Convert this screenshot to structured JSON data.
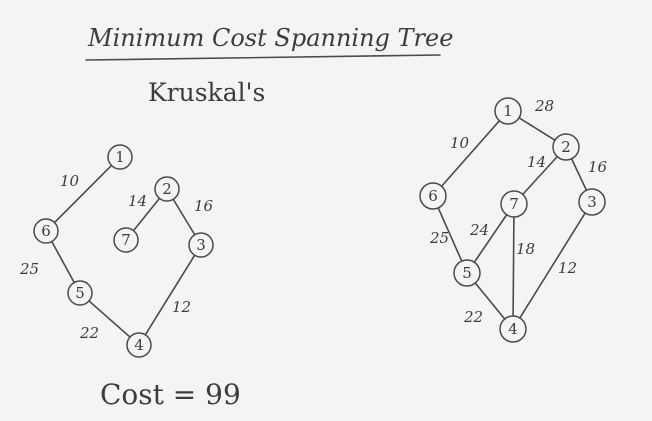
{
  "title": "Minimum Cost Spanning Tree",
  "subtitle": "Kruskal's",
  "cost_text": "Cost = 99",
  "left_tree": {
    "nodes": [
      {
        "id": "1",
        "label": "1"
      },
      {
        "id": "2",
        "label": "2"
      },
      {
        "id": "3",
        "label": "3"
      },
      {
        "id": "4",
        "label": "4"
      },
      {
        "id": "5",
        "label": "5"
      },
      {
        "id": "6",
        "label": "6"
      },
      {
        "id": "7",
        "label": "7"
      }
    ],
    "edges": [
      {
        "from": "1",
        "to": "6",
        "weight": "10"
      },
      {
        "from": "2",
        "to": "7",
        "weight": "14"
      },
      {
        "from": "2",
        "to": "3",
        "weight": "16"
      },
      {
        "from": "6",
        "to": "5",
        "weight": "25"
      },
      {
        "from": "5",
        "to": "4",
        "weight": "22"
      },
      {
        "from": "3",
        "to": "4",
        "weight": "12"
      }
    ]
  },
  "right_graph": {
    "nodes": [
      {
        "id": "1",
        "label": "1"
      },
      {
        "id": "2",
        "label": "2"
      },
      {
        "id": "3",
        "label": "3"
      },
      {
        "id": "4",
        "label": "4"
      },
      {
        "id": "5",
        "label": "5"
      },
      {
        "id": "6",
        "label": "6"
      },
      {
        "id": "7",
        "label": "7"
      }
    ],
    "edges": [
      {
        "from": "1",
        "to": "2",
        "weight": "28"
      },
      {
        "from": "1",
        "to": "6",
        "weight": "10"
      },
      {
        "from": "2",
        "to": "7",
        "weight": "14"
      },
      {
        "from": "2",
        "to": "3",
        "weight": "16"
      },
      {
        "from": "6",
        "to": "5",
        "weight": "25"
      },
      {
        "from": "7",
        "to": "5",
        "weight": "24"
      },
      {
        "from": "7",
        "to": "4",
        "weight": "18"
      },
      {
        "from": "3",
        "to": "4",
        "weight": "12"
      },
      {
        "from": "5",
        "to": "4",
        "weight": "22"
      }
    ]
  }
}
